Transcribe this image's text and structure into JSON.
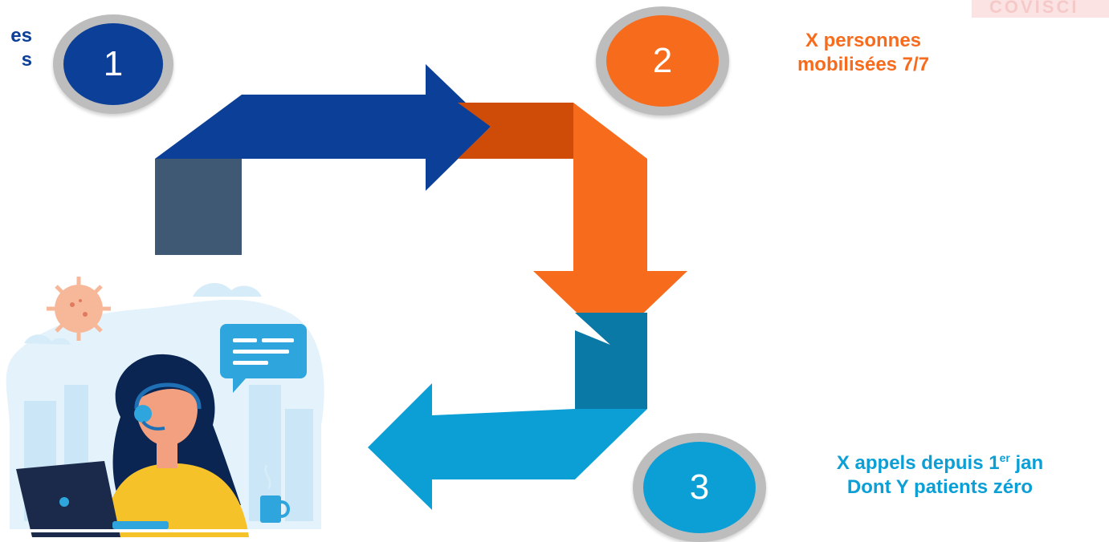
{
  "colors": {
    "blue_dark": "#0c3f97",
    "slate": "#3f5873",
    "orange": "#f76b1c",
    "orange_dark": "#cf4b08",
    "teal": "#0a79a6",
    "blue_light": "#0c9fd6",
    "badge_ring": "#bdbdbd"
  },
  "step1": {
    "number": "1",
    "label_line1": "es",
    "label_line2": "s"
  },
  "step2": {
    "number": "2",
    "label_line1": "X personnes",
    "label_line2": "mobilisées 7/7"
  },
  "step3": {
    "number": "3",
    "label_line1_pre": "X appels depuis 1",
    "label_line1_sup": "er",
    "label_line1_post": " jan",
    "label_line2": "Dont Y patients zéro"
  },
  "watermark": "COVISCI",
  "icons": [
    "call-center-agent-illustration",
    "virus-icon",
    "chat-bubble-icon",
    "laptop-icon",
    "coffee-mug-icon"
  ]
}
